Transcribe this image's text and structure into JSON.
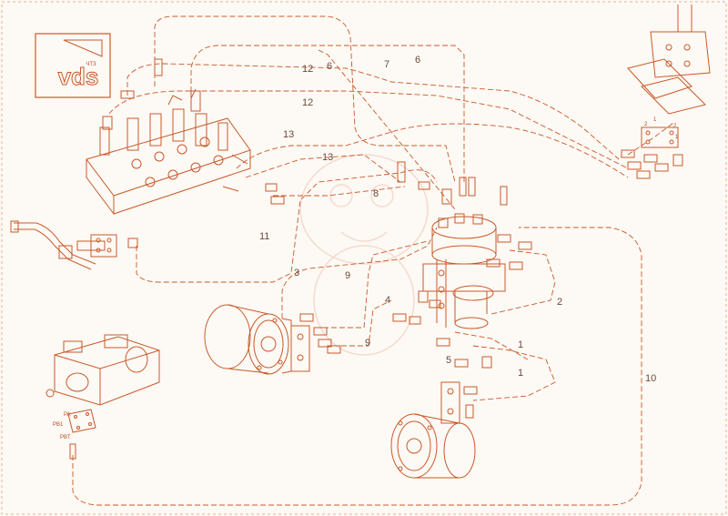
{
  "logo": {
    "text": "vds",
    "badge": "ЧТЗ"
  },
  "colors": {
    "line": "#c85a2b",
    "line_light": "#e7b49b",
    "label": "#6b4a3d",
    "background": "#fdf9f4"
  },
  "callouts": {
    "c12a": "12",
    "c12b": "12",
    "c6a": "6",
    "c6b": "6",
    "c7": "7",
    "c13a": "13",
    "c13b": "13",
    "c8": "8",
    "c11": "11",
    "c3": "3",
    "c9a": "9",
    "c9b": "9",
    "c4": "4",
    "c2": "2",
    "c1a": "1",
    "c1b": "1",
    "c5": "5",
    "c10": "10"
  },
  "pedal_plate": {
    "a": "2",
    "b": "1",
    "c": "2",
    "d": "1"
  },
  "pump_plate": {
    "pa": "PA",
    "pb": "PB1",
    "pbt": "PBT"
  }
}
